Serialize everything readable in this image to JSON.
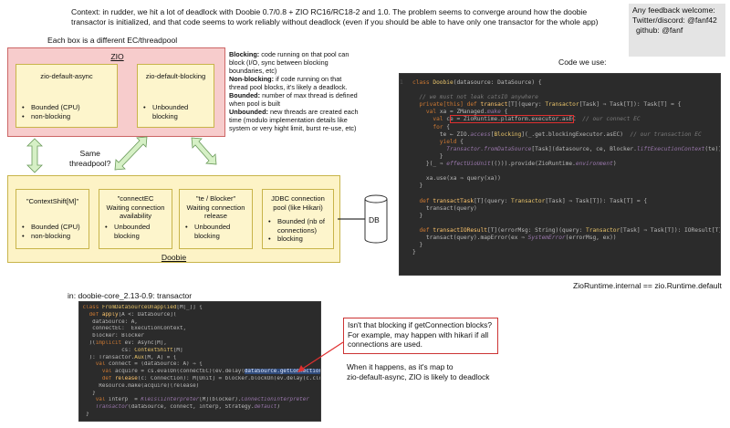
{
  "intro": {
    "line1": "Context: in rudder, we hit a lot of deadlock with Doobie 0.7/0.8 + ZIO RC16/RC18-2 and 1.0. The problem seems to converge around how the doobie",
    "line2": "transactor is initialized, and that code seems to work reliably without deadlock (even if you should be able to have only one transactor for the whole app)"
  },
  "feedback": {
    "line1": "Any feedback welcome:",
    "line2": "Twitter/discord: @fanf42",
    "line3": "github: @fanf"
  },
  "pools_caption": "Each box is a different EC/threadpool",
  "zio": {
    "title": "ZIO",
    "pools": [
      {
        "title": "zio-default-async",
        "items": [
          "Bounded (CPU)",
          "non-blocking"
        ]
      },
      {
        "title": "zio-default-blocking",
        "items": [
          "Unbounded",
          "blocking"
        ]
      }
    ]
  },
  "legend": [
    {
      "term": "Blocking:",
      "text": " code running on that pool can block (I/O, sync between blocking boundaries, etc)"
    },
    {
      "term": "Non-blocking:",
      "text": " if code running on that thread pool blocks, it's likely a deadlock."
    },
    {
      "term": "Bounded:",
      "text": " number of max thread is defined when pool is built"
    },
    {
      "term": "Unbounded:",
      "text": " new threads are created each time (modulo implementation details like system or very hight limit, burst re-use, etc)"
    }
  ],
  "same_threadpool": {
    "line1": "Same",
    "line2": "threadpool?"
  },
  "doobie": {
    "caption": "Doobie",
    "pools": [
      {
        "title_lines": [
          "\"ContextShift[M]\""
        ],
        "items": [
          "Bounded (CPU)",
          "non-blocking"
        ]
      },
      {
        "title_lines": [
          "\"connectEC",
          "Waiting connection",
          "availability"
        ],
        "items": [
          "Unbounded",
          "blocking"
        ]
      },
      {
        "title_lines": [
          "\"te / Blocker\"",
          "Waiting connection",
          "release"
        ],
        "items": [
          "Unbounded",
          "blocking"
        ]
      },
      {
        "title_lines": [
          "JDBC connection",
          "pool (like Hikari)"
        ],
        "items": [
          "Bounded (nb of connections)",
          "blocking"
        ]
      }
    ]
  },
  "db_label": "DB",
  "code_caption": "Code we use:",
  "code_lines": [
    "class Doobie(datasource: DataSource) {",
    "",
    "  // we must not leak catsIO anywhere",
    "  private[this] def transact[T](query: Transactor[Task] ⇒ Task[T]): Task[T] = {",
    "    val xa = ZManaged.make {",
    "      val ce = ZioRuntime.platform.executor.asEC  // our connect EC",
    "      for {",
    "        te ← ZIO.access[Blocking](_.get.blockingExecutor.asEC)  // our transaction EC",
    "        yield {",
    "          Transactor.fromDataSource[Task](datasource, ce, Blocker.liftExecutionContext(te))",
    "        }",
    "    }(_ ⇒ effectUioUnit(())).provide(ZioRuntime.environment)",
    "",
    "    xa.use(xa ⇒ query(xa))",
    "  }",
    "",
    "  def transactTask[T](query: Transactor[Task] ⇒ Task[T]): Task[T] = {",
    "    transact(query)",
    "  }",
    "",
    "  def transactIOResult[T](errorMsg: String)(query: Transactor[Task] ⇒ Task[T]): IOResult[T] = {",
    "    transact(query).mapError(ex ⇒ SystemError(errorMsg, ex))",
    "  }",
    "}"
  ],
  "runtime_caption": "ZioRuntime.internal == zio.Runtime.default",
  "core_caption": "in: doobie-core_2.13-0.9: transactor",
  "core_code_lines": [
    "class FromDataSourceUnapplied[M[_]] {",
    "  def apply[A <: DataSource](",
    "    dataSource: A,",
    "    connectEC:  ExecutionContext,",
    "    blocker: Blocker",
    "  )(implicit ev: Async[M],",
    "            cs: ContextShift[M]",
    "  ): Transactor.Aux[M, A] = {",
    "    val connect = (dataSource: A) ⇒ {",
    "      val acquire = cs.evalOn(connectEC)(ev.delay(dataSource.getConnection))",
    "      def release(c: Connection): M[Unit] = blocker.blockOn(ev.delay(c.close()))",
    "      Resource.make(acquire)(release)",
    "    }",
    "    val interp  = KleisliInterpreter[M](blocker).ConnectionInterpreter",
    "    Transactor(dataSource, connect, interp, Strategy.default)",
    "  }"
  ],
  "note": {
    "line1": "Isn't that blocking if getConnection blocks?",
    "line2": "For example, may happen with hikari if all",
    "line3": "connections are used."
  },
  "note2": {
    "line1": "When it happens, as it's map to",
    "line2": "zio-default-async, ZIO is likely to deadlock"
  },
  "colors": {
    "zio_fill": "#f7cccc",
    "pool_fill": "#fdf5cc",
    "arrow_fill": "#d6f0c6",
    "highlight_red": "#e03030",
    "code_bg": "#2b2b2b"
  }
}
